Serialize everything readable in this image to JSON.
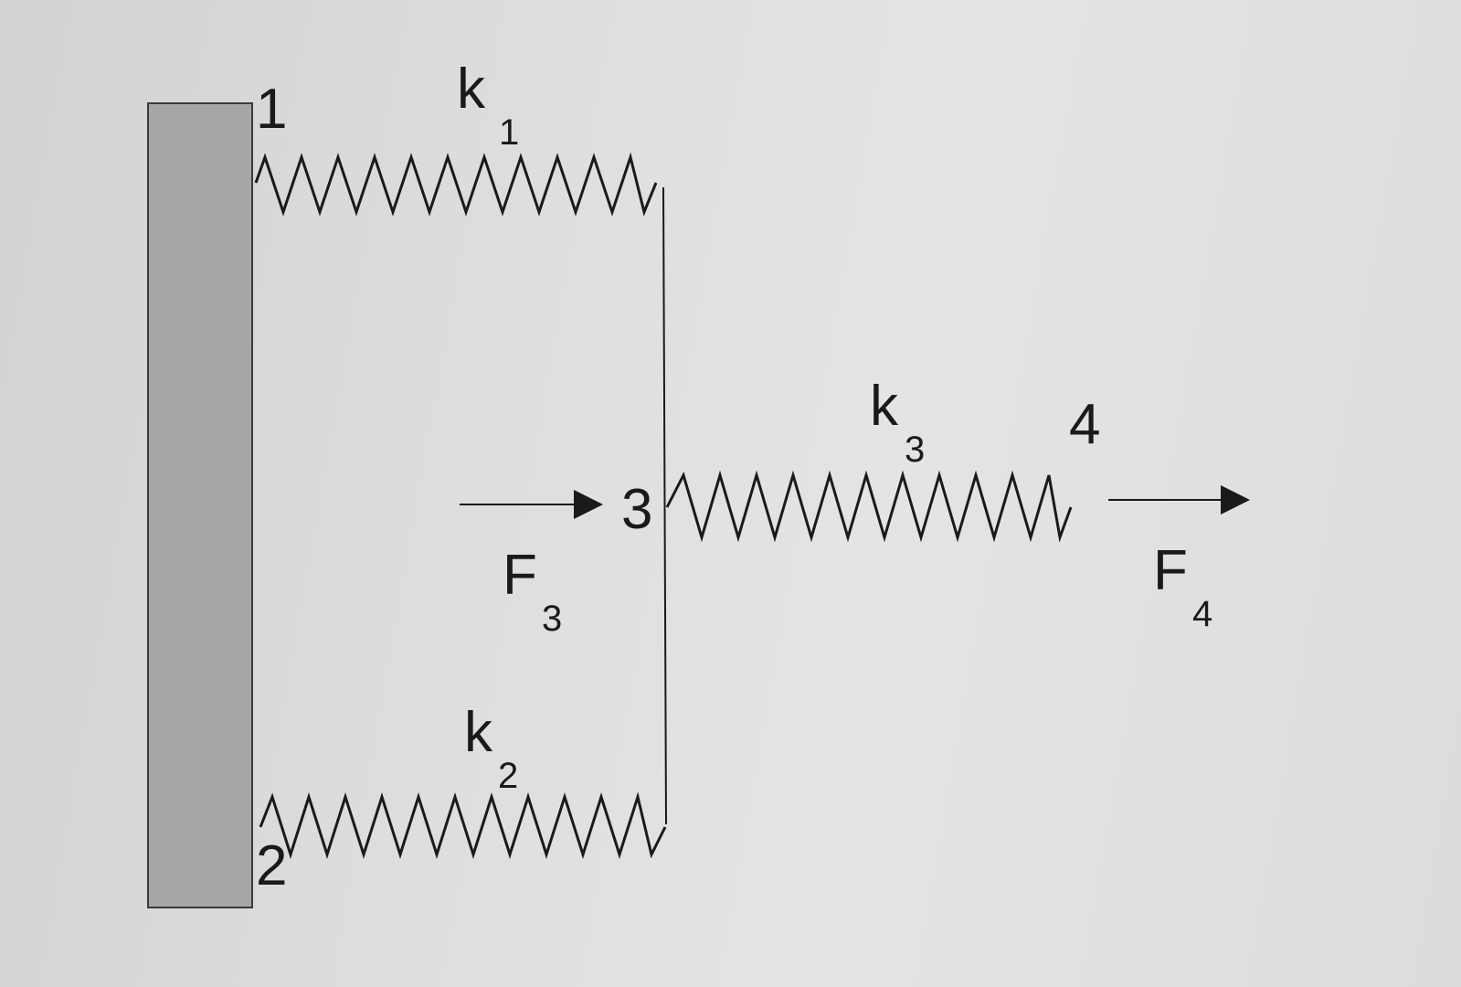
{
  "nodes": {
    "n1": "1",
    "n2": "2",
    "n3": "3",
    "n4": "4"
  },
  "springs": {
    "k1": {
      "symbol": "k",
      "subscript": "1"
    },
    "k2": {
      "symbol": "k",
      "subscript": "2"
    },
    "k3": {
      "symbol": "k",
      "subscript": "3"
    }
  },
  "forces": {
    "F3": {
      "symbol": "F",
      "subscript": "3"
    },
    "F4": {
      "symbol": "F",
      "subscript": "4"
    }
  },
  "colors": {
    "wall_fill": "#a6a6a4",
    "line": "#1a1a1a"
  }
}
